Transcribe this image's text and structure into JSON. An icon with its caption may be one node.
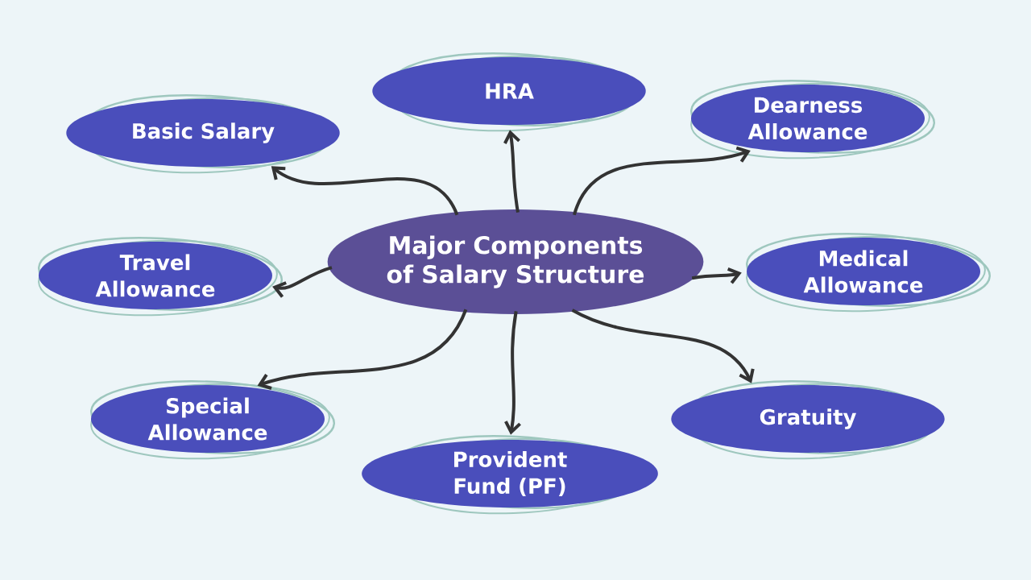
{
  "diagram": {
    "nodes": [
      {
        "text": [
          "Major Components of Salary Structure"
        ]
      },
      {
        "text": [
          "HRA"
        ]
      },
      {
        "text": [
          "Dearness Allowance"
        ]
      },
      {
        "text": [
          "Medical Allowance"
        ]
      },
      {
        "text": [
          "Gratuity"
        ]
      },
      {
        "text": [
          "Provident Fund (PF)"
        ]
      },
      {
        "text": [
          "Special Allowance"
        ]
      },
      {
        "text": [
          "Travel Allowance"
        ]
      },
      {
        "text": [
          "Basic Salary"
        ]
      }
    ],
    "edges": [
      {
        "from": 0,
        "to": 1,
        "arrow": "to"
      },
      {
        "from": 0,
        "to": 2,
        "arrow": "to"
      },
      {
        "from": 0,
        "to": 3,
        "arrow": "to"
      },
      {
        "from": 0,
        "to": 4,
        "arrow": "to"
      },
      {
        "from": 0,
        "to": 5,
        "arrow": "to"
      },
      {
        "from": 0,
        "to": 6,
        "arrow": "to"
      },
      {
        "from": 0,
        "to": 7,
        "arrow": "to"
      },
      {
        "from": 0,
        "to": 8,
        "arrow": "to"
      }
    ]
  }
}
